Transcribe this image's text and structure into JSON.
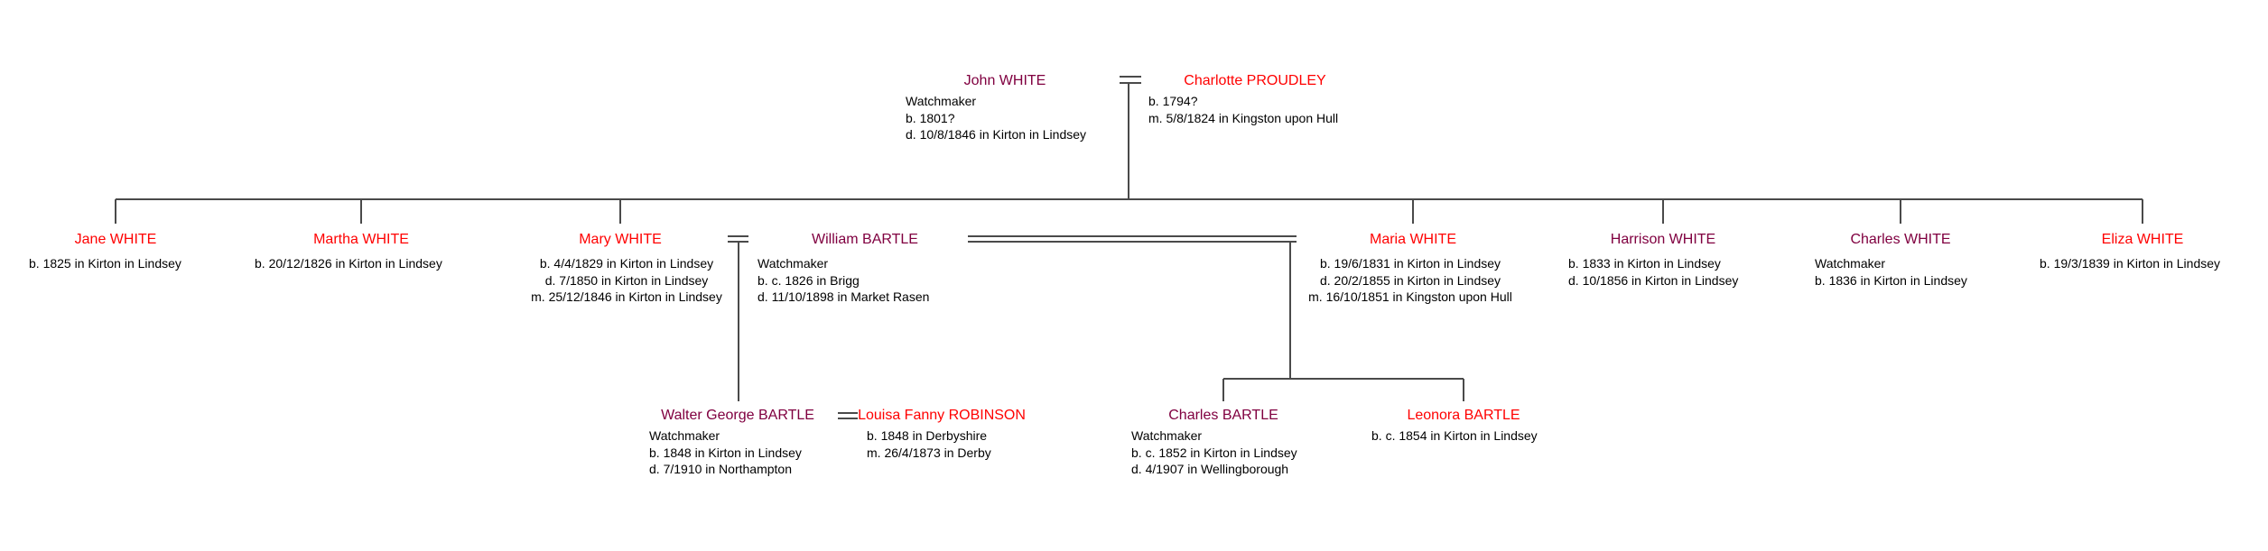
{
  "colors": {
    "male": "#800040",
    "female": "#ff0000",
    "line": "#4a4a4a"
  },
  "people": {
    "john": {
      "name": "John WHITE",
      "details": [
        "Watchmaker",
        "b. 1801?",
        "d. 10/8/1846 in Kirton in Lindsey"
      ]
    },
    "charlotte": {
      "name": "Charlotte PROUDLEY",
      "details": [
        "b. 1794?",
        "m. 5/8/1824 in Kingston upon Hull"
      ]
    },
    "jane": {
      "name": "Jane WHITE",
      "details": [
        "b. 1825 in Kirton in Lindsey"
      ]
    },
    "martha": {
      "name": "Martha WHITE",
      "details": [
        "b. 20/12/1826 in Kirton in Lindsey"
      ]
    },
    "mary": {
      "name": "Mary WHITE",
      "details": [
        "b. 4/4/1829 in Kirton in Lindsey",
        "d. 7/1850 in Kirton in Lindsey",
        "m. 25/12/1846 in Kirton in Lindsey"
      ]
    },
    "william": {
      "name": "William BARTLE",
      "details": [
        "Watchmaker",
        "b. c. 1826 in Brigg",
        "d. 11/10/1898 in Market Rasen"
      ]
    },
    "maria": {
      "name": "Maria WHITE",
      "details": [
        "b. 19/6/1831 in Kirton in Lindsey",
        "d. 20/2/1855 in Kirton in Lindsey",
        "m. 16/10/1851 in Kingston upon Hull"
      ]
    },
    "harrison": {
      "name": "Harrison WHITE",
      "details": [
        "b. 1833 in Kirton in Lindsey",
        "d. 10/1856 in Kirton in Lindsey"
      ]
    },
    "charles_white": {
      "name": "Charles WHITE",
      "details": [
        "Watchmaker",
        "b. 1836 in Kirton in Lindsey"
      ]
    },
    "eliza": {
      "name": "Eliza WHITE",
      "details": [
        "b. 19/3/1839 in Kirton in Lindsey"
      ]
    },
    "walter": {
      "name": "Walter George BARTLE",
      "details": [
        "Watchmaker",
        "b. 1848 in Kirton in Lindsey",
        "d. 7/1910 in Northampton"
      ]
    },
    "louisa": {
      "name": "Louisa Fanny ROBINSON",
      "details": [
        "b. 1848 in Derbyshire",
        "m. 26/4/1873 in Derby"
      ]
    },
    "charles_bartle": {
      "name": "Charles BARTLE",
      "details": [
        "Watchmaker",
        "b. c. 1852 in Kirton in Lindsey",
        "d. 4/1907 in Wellingborough"
      ]
    },
    "leonora": {
      "name": "Leonora BARTLE",
      "details": [
        "b. c. 1854 in Kirton in Lindsey"
      ]
    }
  }
}
